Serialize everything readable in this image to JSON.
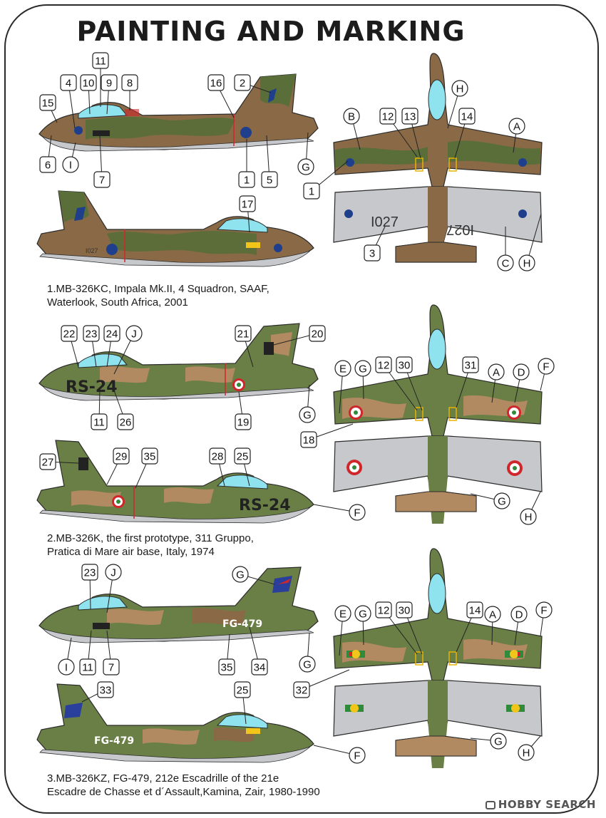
{
  "title": "PAINTING AND MARKING",
  "colors": {
    "camo_green": "#5a6e3a",
    "camo_tan": "#b18a62",
    "camo_brown": "#8a6a46",
    "underside_gray": "#c6c8cc",
    "canopy": "#8fe3ee",
    "roundel_blue": "#1f3f8c",
    "italy_red": "#d0262b",
    "zaire_yellow": "#f2c51a"
  },
  "schemes": [
    {
      "caption_lines": [
        "1.MB-326KC, Impala Mk.II, 4 Squadron, SAAF,",
        "Waterlook,  South Africa, 2001"
      ],
      "serial_top_view": "I027",
      "serial_under": "I027",
      "side_code": "",
      "callouts": [
        "1",
        "2",
        "3",
        "4",
        "5",
        "6",
        "7",
        "8",
        "9",
        "10",
        "11",
        "12",
        "13",
        "14",
        "15",
        "16",
        "17",
        "A",
        "B",
        "C",
        "G",
        "H",
        "I"
      ]
    },
    {
      "caption_lines": [
        "2.MB-326K, the first prototype, 311 Gruppo,",
        "Pratica di Mare air base, Italy, 1974"
      ],
      "side_code_left": "RS-24",
      "side_code_right": "RS-24",
      "callouts": [
        "11",
        "12",
        "18",
        "19",
        "20",
        "21",
        "22",
        "23",
        "24",
        "25",
        "26",
        "27",
        "28",
        "29",
        "30",
        "31",
        "35",
        "A",
        "D",
        "E",
        "F",
        "G",
        "H",
        "J"
      ]
    },
    {
      "caption_lines": [
        "3.MB-326KZ, FG-479, 212e Escadrille of the 21e",
        "Escadre de Chasse et d´Assault,Kamina, Zair, 1980-1990"
      ],
      "side_code_left": "FG-479",
      "side_code_right": "FG-479",
      "callouts": [
        "7",
        "11",
        "12",
        "14",
        "23",
        "25",
        "30",
        "32",
        "33",
        "34",
        "35",
        "A",
        "D",
        "E",
        "F",
        "G",
        "H",
        "I",
        "J"
      ]
    }
  ],
  "watermark": "HOBBY SEARCH"
}
